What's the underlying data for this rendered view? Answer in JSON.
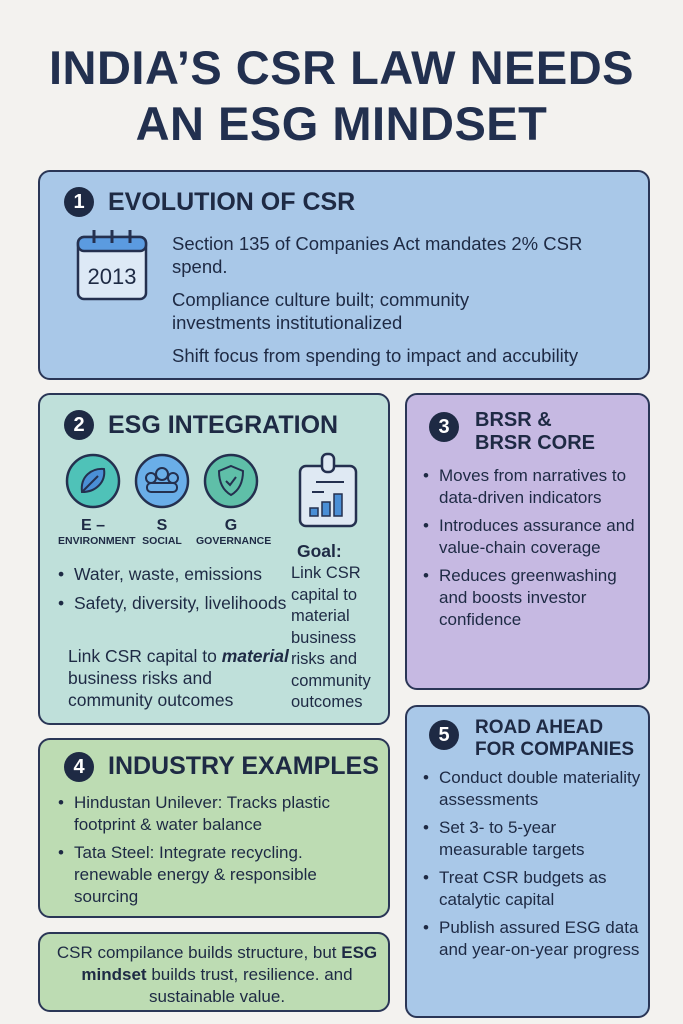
{
  "title": {
    "line1": "INDIA’S CSR LAW NEEDS",
    "line2": "AN ESG MINDSET"
  },
  "s1": {
    "num": "1",
    "heading": "EVOLUTION OF CSR",
    "year": "2013",
    "p1": "Section 135 of Companies Act mandates 2% CSR spend.",
    "p2": "Compliance culture built; community investments institutionalized",
    "p3": "Shift focus from spending to impact and accubility"
  },
  "s2": {
    "num": "2",
    "heading": "ESG INTEGRATION",
    "e": "E –",
    "e_label": "ENVIRONMENT",
    "s": "S",
    "s_label": "SOCIAL",
    "g": "G",
    "g_label": "GOVERNANCE",
    "bullets": [
      "Water, waste, emissions",
      "Safety, diversity, livelihoods"
    ],
    "link_pre": "Link CSR capital to ",
    "link_em": "material",
    "link_post": " business risks and community outcomes",
    "goal_label": "Goal:",
    "goal_text": "Link CSR capital to material business risks and community outcomes"
  },
  "s3": {
    "num": "3",
    "heading1": "BRSR &",
    "heading2": "BRSR CORE",
    "bullets": [
      "Moves from narratives to data-driven indicators",
      "Introduces assurance and value-chain coverage",
      "Reduces greenwashing and boosts investor confidence"
    ]
  },
  "s4": {
    "num": "4",
    "heading": "INDUSTRY EXAMPLES",
    "bullets": [
      "Hindustan Unilever: Tracks plastic footprint & water balance",
      "Tata Steel: Integrate recycling. renewable energy & responsible sourcing"
    ]
  },
  "s5": {
    "num": "5",
    "heading1": "ROAD AHEAD",
    "heading2": "FOR COMPANIES",
    "bullets": [
      "Conduct double materiality assessments",
      "Set 3- to 5-year measurable targets",
      "Treat CSR budgets as catalytic capital",
      "Publish assured ESG data and year-on-year progress"
    ]
  },
  "s6": {
    "pre": "CSR compilance builds structure, but ",
    "strong": "ESG mindset",
    "post": " builds trust, resilience. and sustainable value."
  }
}
